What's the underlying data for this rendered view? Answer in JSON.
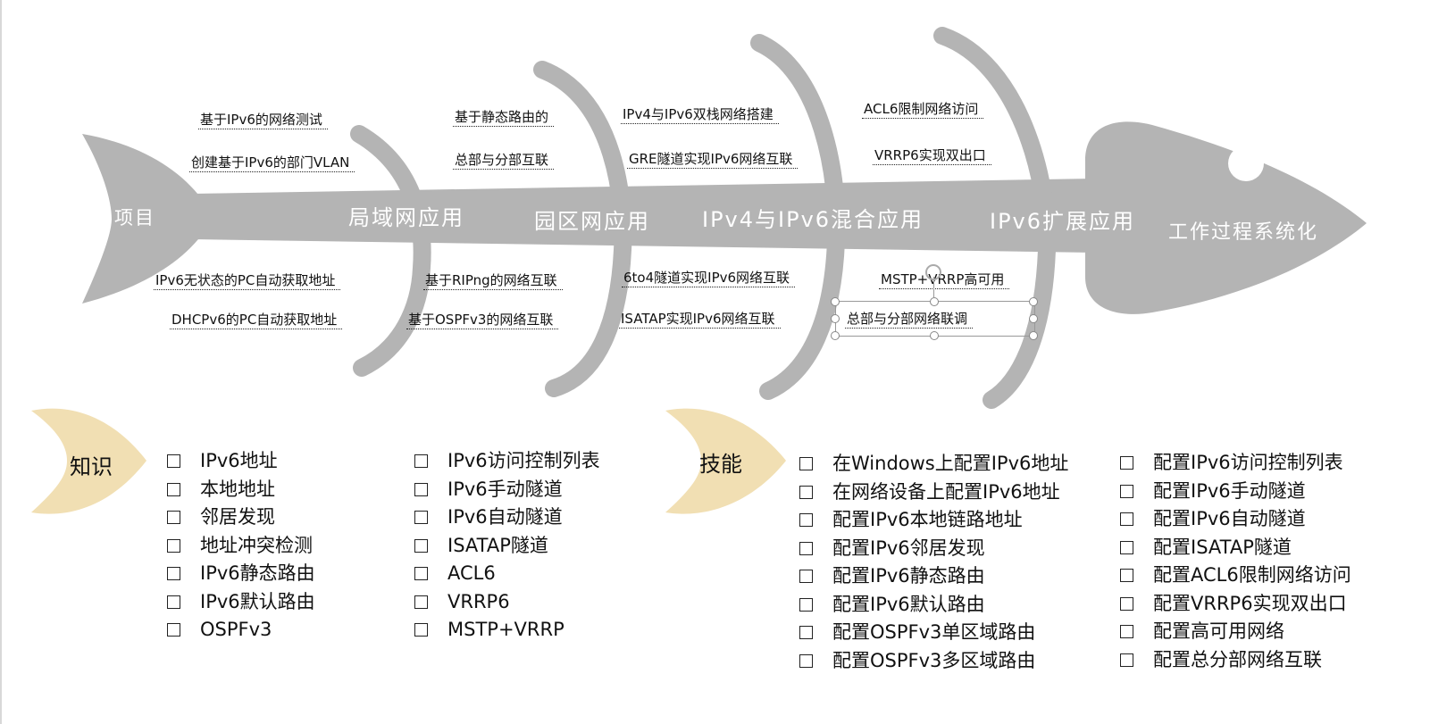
{
  "colors": {
    "fish": "#b4b4b4",
    "leaf": "#f1dfb3",
    "text": "#111111"
  },
  "fish": {
    "tail_label": "项目",
    "head_label": "工作过程系统化",
    "categories": [
      "局域网应用",
      "园区网应用",
      "IPv4与IPv6混合应用",
      "IPv6扩展应用"
    ],
    "top_labels": [
      [
        "基于IPv6的网络测试",
        "创建基于IPv6的部门VLAN"
      ],
      [
        "基于静态路由的",
        "总部与分部互联"
      ],
      [
        "IPv4与IPv6双栈网络搭建",
        "GRE隧道实现IPv6网络互联"
      ],
      [
        "ACL6限制网络访问",
        "VRRP6实现双出口"
      ]
    ],
    "bottom_labels": [
      [
        "IPv6无状态的PC自动获取地址",
        "DHCPv6的PC自动获取地址"
      ],
      [
        "基于RIPng的网络互联",
        "基于OSPFv3的网络互联"
      ],
      [
        "6to4隧道实现IPv6网络互联",
        "ISATAP实现IPv6网络互联"
      ],
      [
        "MSTP+VRRP高可用",
        "总部与分部网络联调"
      ]
    ]
  },
  "knowledge": {
    "title": "知识",
    "col1": [
      "IPv6地址",
      "本地地址",
      "邻居发现",
      "地址冲突检测",
      "IPv6静态路由",
      "IPv6默认路由",
      "OSPFv3"
    ],
    "col2": [
      "IPv6访问控制列表",
      "IPv6手动隧道",
      "IPv6自动隧道",
      "ISATAP隧道",
      "ACL6",
      "VRRP6",
      "MSTP+VRRP"
    ]
  },
  "skills": {
    "title": "技能",
    "col1": [
      "在Windows上配置IPv6地址",
      "在网络设备上配置IPv6地址",
      "配置IPv6本地链路地址",
      "配置IPv6邻居发现",
      "配置IPv6静态路由",
      "配置IPv6默认路由",
      "配置OSPFv3单区域路由",
      "配置OSPFv3多区域路由"
    ],
    "col2": [
      "配置IPv6访问控制列表",
      "配置IPv6手动隧道",
      "配置IPv6自动隧道",
      "配置ISATAP隧道",
      "配置ACL6限制网络访问",
      "配置VRRP6实现双出口",
      "配置高可用网络",
      "配置总分部网络互联"
    ]
  }
}
